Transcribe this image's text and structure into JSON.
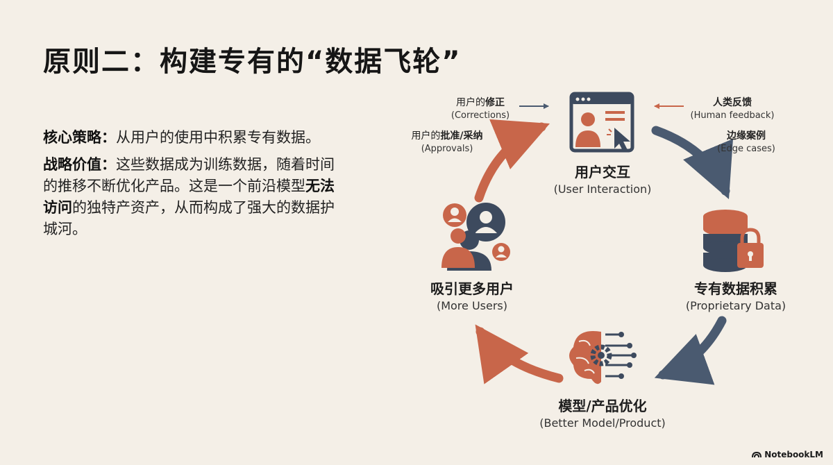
{
  "title": "原则二：构建专有的“数据飞轮”",
  "core_strategy": {
    "label": "核心策略：",
    "text": "从用户的使用中积累专有数据。"
  },
  "strategic_value": {
    "label": "战略价值：",
    "text_before": "这些数据成为训练数据，随着时间的推移不断优化产品。这是一个前沿模型",
    "text_bold": "无法访问",
    "text_after": "的独特产资产，从而构成了强大的数据护城河。"
  },
  "nodes": {
    "user_interaction": {
      "zh": "用户交互",
      "en": "(User Interaction)",
      "icon": "user-screen-cursor-icon"
    },
    "proprietary_data": {
      "zh": "专有数据积累",
      "en": "(Proprietary Data)",
      "icon": "database-lock-icon"
    },
    "better_model": {
      "zh": "模型/产品优化",
      "en": "(Better Model/Product)",
      "icon": "brain-gear-circuit-icon"
    },
    "more_users": {
      "zh": "吸引更多用户",
      "en": "(More Users)",
      "icon": "user-group-icon"
    }
  },
  "side_labels": {
    "corrections": {
      "zh_prefix": "用户的",
      "zh_bold": "修正",
      "en": "(Corrections)"
    },
    "approvals": {
      "zh_prefix": "用户的",
      "zh_bold": "批准/采纳",
      "en": "(Approvals)"
    },
    "human_feedback": {
      "zh": "人类反馈",
      "en": "(Human feedback)"
    },
    "edge_cases": {
      "zh": "边缘案例",
      "en": "(Edge cases)"
    }
  },
  "brand": "NotebookLM",
  "colors": {
    "background": "#f4efe7",
    "accent_orange": "#c8664a",
    "accent_slate": "#4a5a70"
  }
}
